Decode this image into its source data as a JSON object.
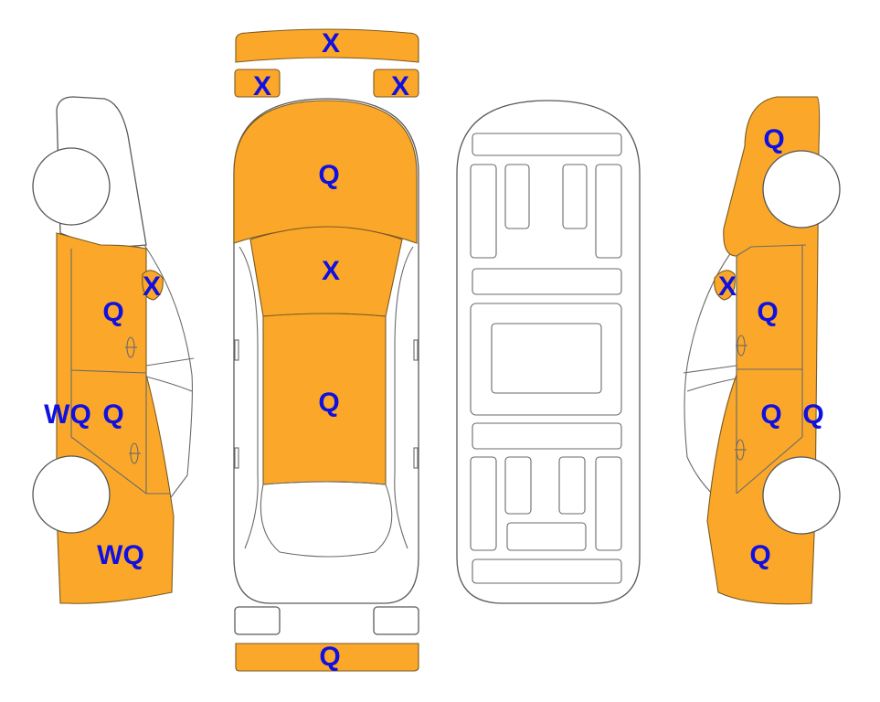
{
  "colors": {
    "damaged_panel": "#FBA82A",
    "code_text": "#1010E0",
    "outline": "#5a5a5a"
  },
  "codes": {
    "front_bumper": "X",
    "front_left_light": "X",
    "front_right_light": "X",
    "hood": "Q",
    "windshield": "X",
    "roof": "Q",
    "rear_bumper": "Q",
    "left_mirror": "X",
    "left_front_door": "Q",
    "left_rear_door": "Q",
    "left_sill": "WQ",
    "left_rear_fender": "WQ",
    "right_front_fender": "Q",
    "right_mirror": "X",
    "right_front_door": "Q",
    "right_rear_door": "Q",
    "right_sill": "Q",
    "right_rear_fender": "Q"
  }
}
